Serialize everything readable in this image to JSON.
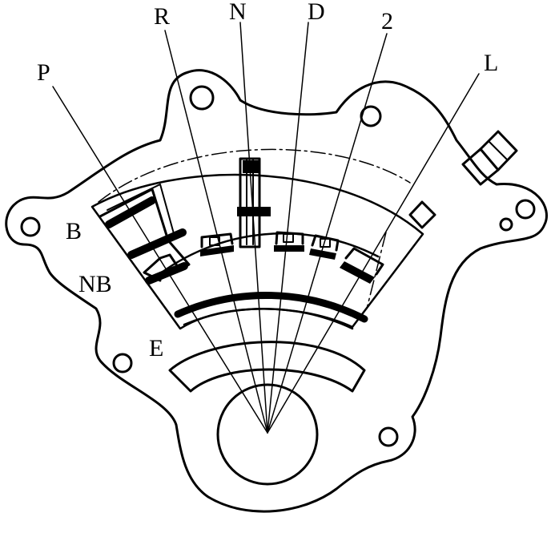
{
  "diagram": {
    "position_labels": {
      "p": "P",
      "r": "R",
      "n": "N",
      "d": "D",
      "two": "2",
      "l": "L"
    },
    "terminal_labels": {
      "b": "B",
      "nb": "NB",
      "e": "E"
    },
    "colors": {
      "ink": "#000000",
      "paper": "#ffffff"
    }
  }
}
